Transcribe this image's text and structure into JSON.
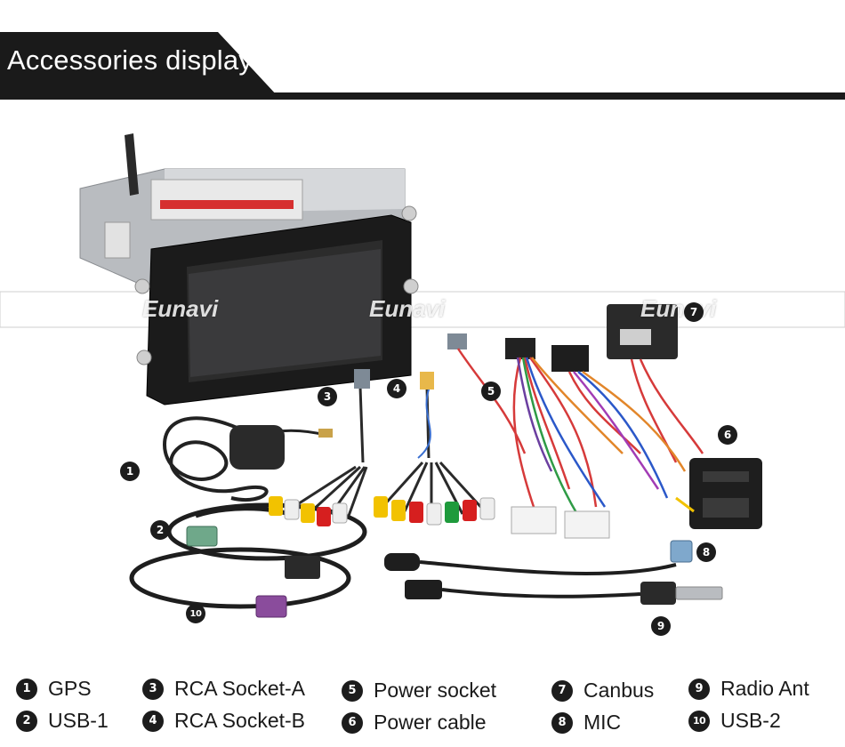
{
  "header": {
    "title": "Accessories display"
  },
  "watermark": {
    "text": "Eunavi"
  },
  "markers": {
    "m1": "1",
    "m2": "2",
    "m3": "3",
    "m4": "4",
    "m5": "5",
    "m6": "6",
    "m7": "7",
    "m8": "8",
    "m9": "9",
    "m10": "10"
  },
  "legend": {
    "items": [
      {
        "num": "1",
        "label": "GPS"
      },
      {
        "num": "2",
        "label": "USB-1"
      },
      {
        "num": "3",
        "label": "RCA Socket-A"
      },
      {
        "num": "4",
        "label": "RCA Socket-B"
      },
      {
        "num": "5",
        "label": "Power socket"
      },
      {
        "num": "6",
        "label": "Power cable"
      },
      {
        "num": "7",
        "label": "Canbus"
      },
      {
        "num": "8",
        "label": "MIC"
      },
      {
        "num": "9",
        "label": "Radio Ant"
      },
      {
        "num": "10",
        "label": "USB-2"
      }
    ]
  },
  "colors": {
    "header_bg": "#1a1a1a",
    "marker_bg": "#1c1c1c",
    "rca_yellow": "#f2c200",
    "rca_red": "#d61f1f",
    "rca_white": "#eeeeee",
    "rca_green": "#1e9a3c",
    "connector_green": "#6fa88a",
    "connector_purple": "#8a4c9c",
    "connector_blue": "#7fa8cc"
  }
}
